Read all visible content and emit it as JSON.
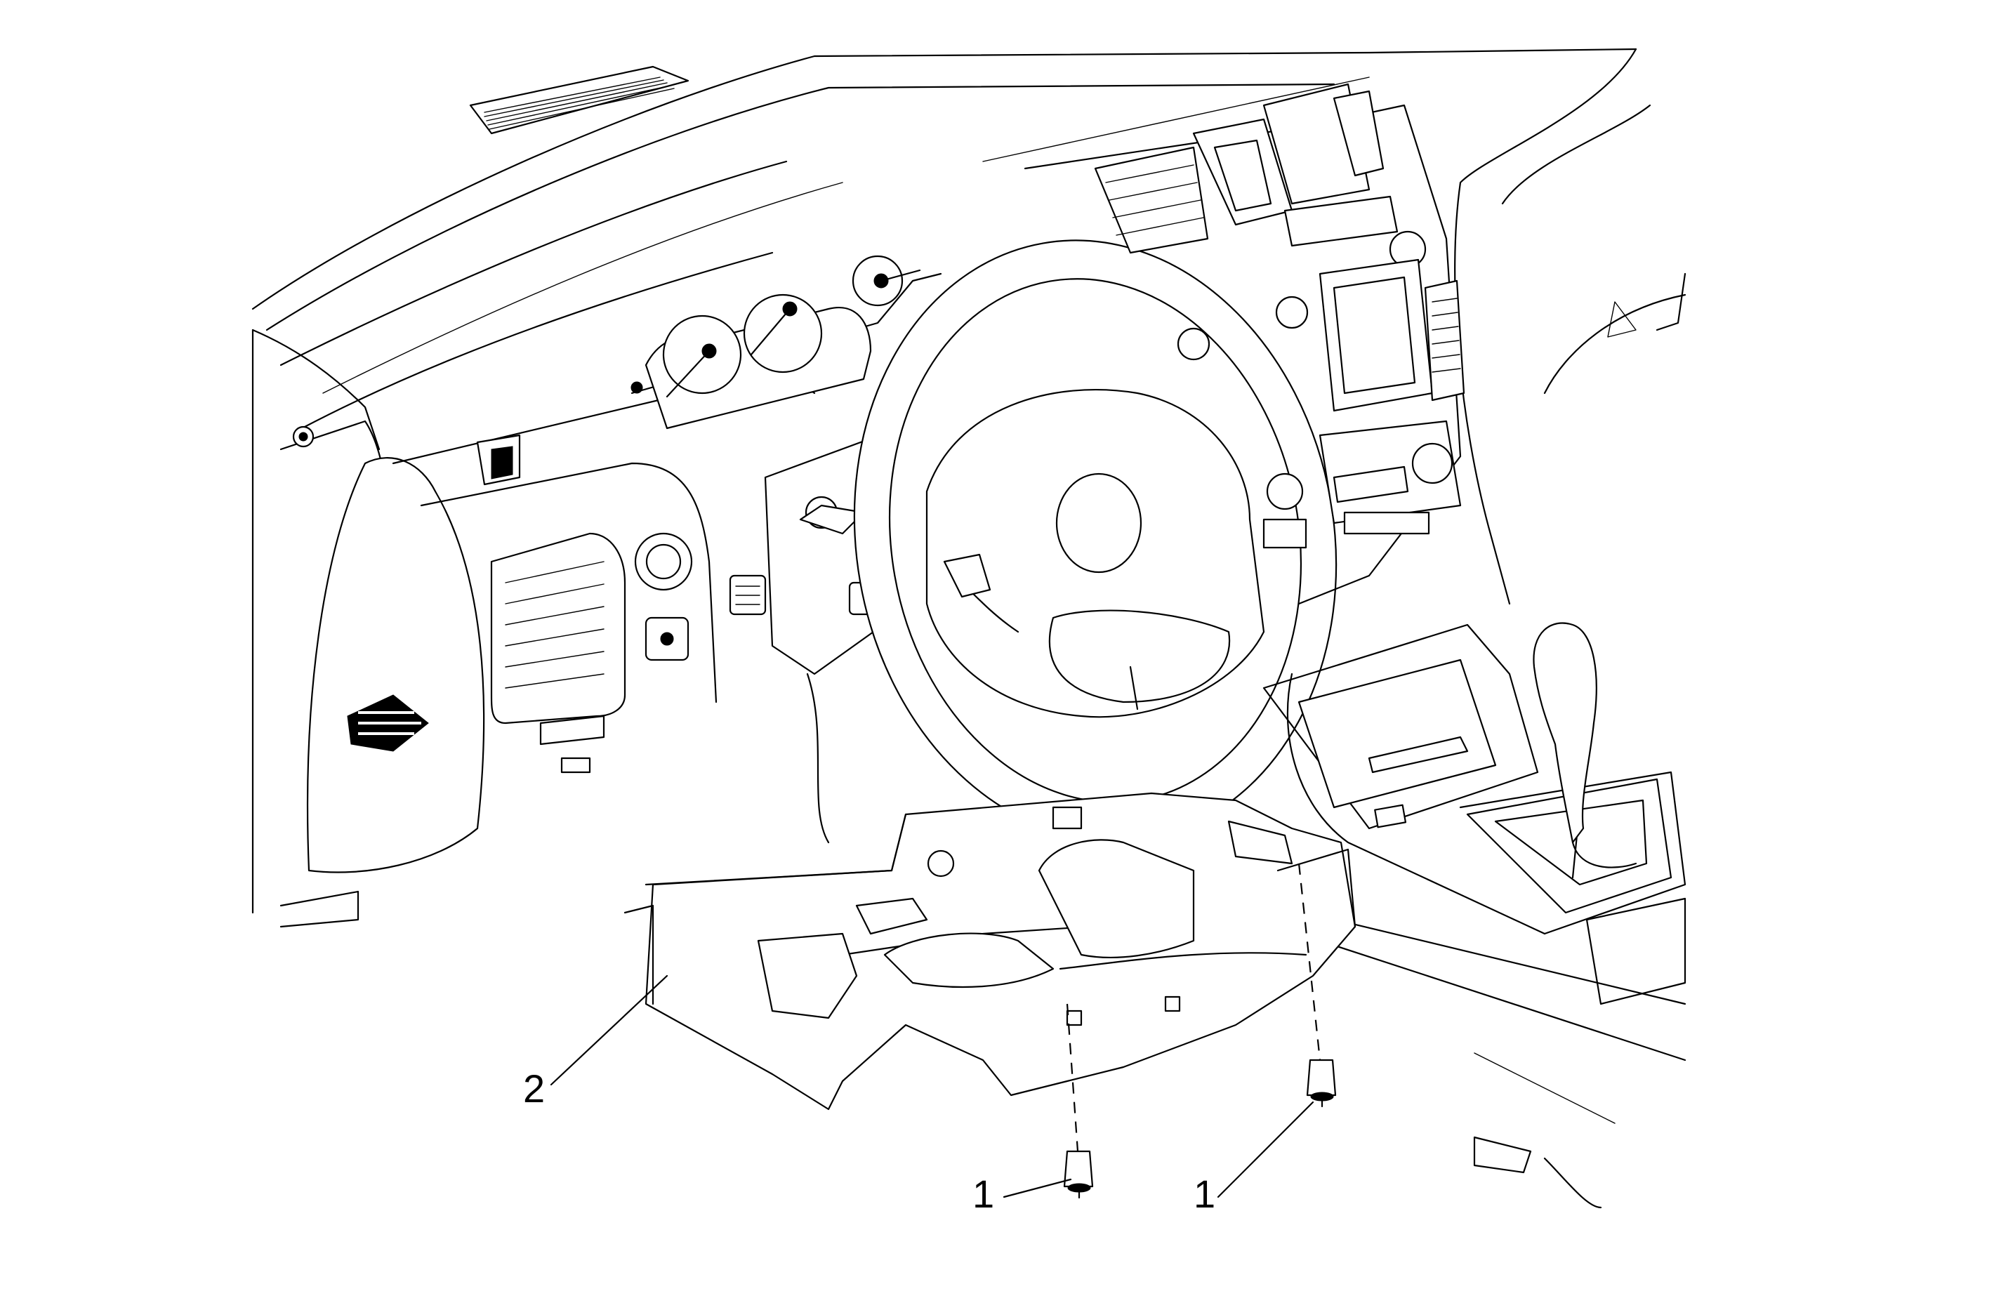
{
  "callouts": {
    "fastener_left": "1",
    "fastener_right": "1",
    "panel": "2"
  }
}
